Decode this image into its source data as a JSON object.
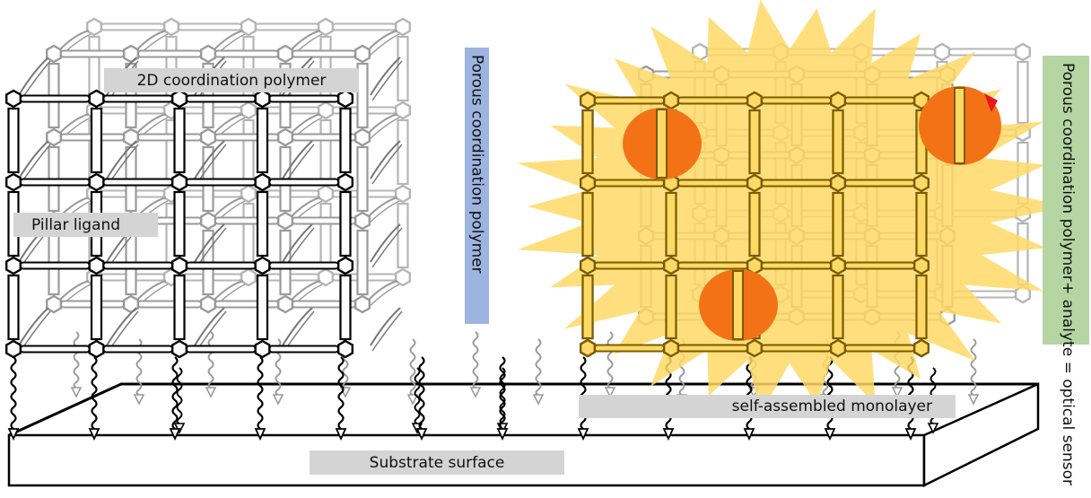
{
  "figure": {
    "description": "Schematic of porous coordination polymer (pillared-layer framework) grown on a self-assembled monolayer on a substrate, and the same framework with analyte acting as an optical sensor",
    "colors": {
      "framework_front": "#000000",
      "framework_back": "#a0a0a0",
      "label_background": "#d4d4d4",
      "porous_label_background": "#9db4e0",
      "sensor_label_background": "#b5d6a3",
      "glow": "#ffd966",
      "analyte": "#f47216",
      "analyte_accent": "#e8141e"
    }
  },
  "labels": {
    "coordination_2d": "2D coordination polymer",
    "pillar_ligand": "Pillar ligand",
    "porous_polymer": "Porous coordination polymer",
    "sensor_line1": "Porous coordination polymer",
    "sensor_line2": "+ analyte = optical sensor",
    "monolayer": "self-assembled monolayer",
    "substrate": "Substrate surface"
  },
  "structures": {
    "left_framework": {
      "grid_columns": 5,
      "grid_rows": 4,
      "depth_layers": 3,
      "state": "empty"
    },
    "right_framework": {
      "grid_columns": 5,
      "grid_rows": 4,
      "depth_layers": 3,
      "state": "with analyte",
      "analyte_count": 3,
      "glow": true
    }
  }
}
